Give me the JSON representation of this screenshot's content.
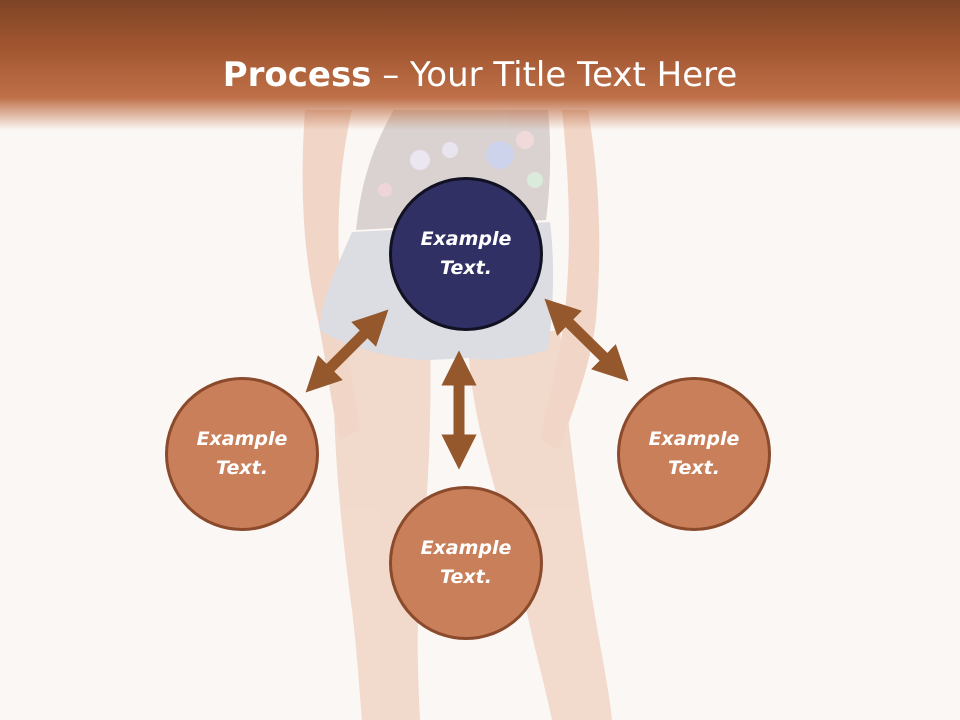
{
  "slide": {
    "title_bold": "Process",
    "title_rest": " – Your Title Text Here"
  },
  "diagram": {
    "nodes": [
      {
        "id": "top",
        "label": "Example Text.",
        "role": "primary"
      },
      {
        "id": "left",
        "label": "Example Text.",
        "role": "secondary"
      },
      {
        "id": "right",
        "label": "Example Text.",
        "role": "secondary"
      },
      {
        "id": "bottom",
        "label": "Example Text.",
        "role": "secondary"
      }
    ],
    "arrows": [
      {
        "from": "top",
        "to": "left",
        "style": "double-headed"
      },
      {
        "from": "top",
        "to": "right",
        "style": "double-headed"
      },
      {
        "from": "top",
        "to": "bottom",
        "style": "double-headed"
      }
    ]
  },
  "colors": {
    "header_dark": "#7d4426",
    "header_light": "#bf7048",
    "background": "#fbf7f4",
    "primary_node": "#303065",
    "secondary_node": "#c97f5a",
    "arrow": "#94582c"
  }
}
